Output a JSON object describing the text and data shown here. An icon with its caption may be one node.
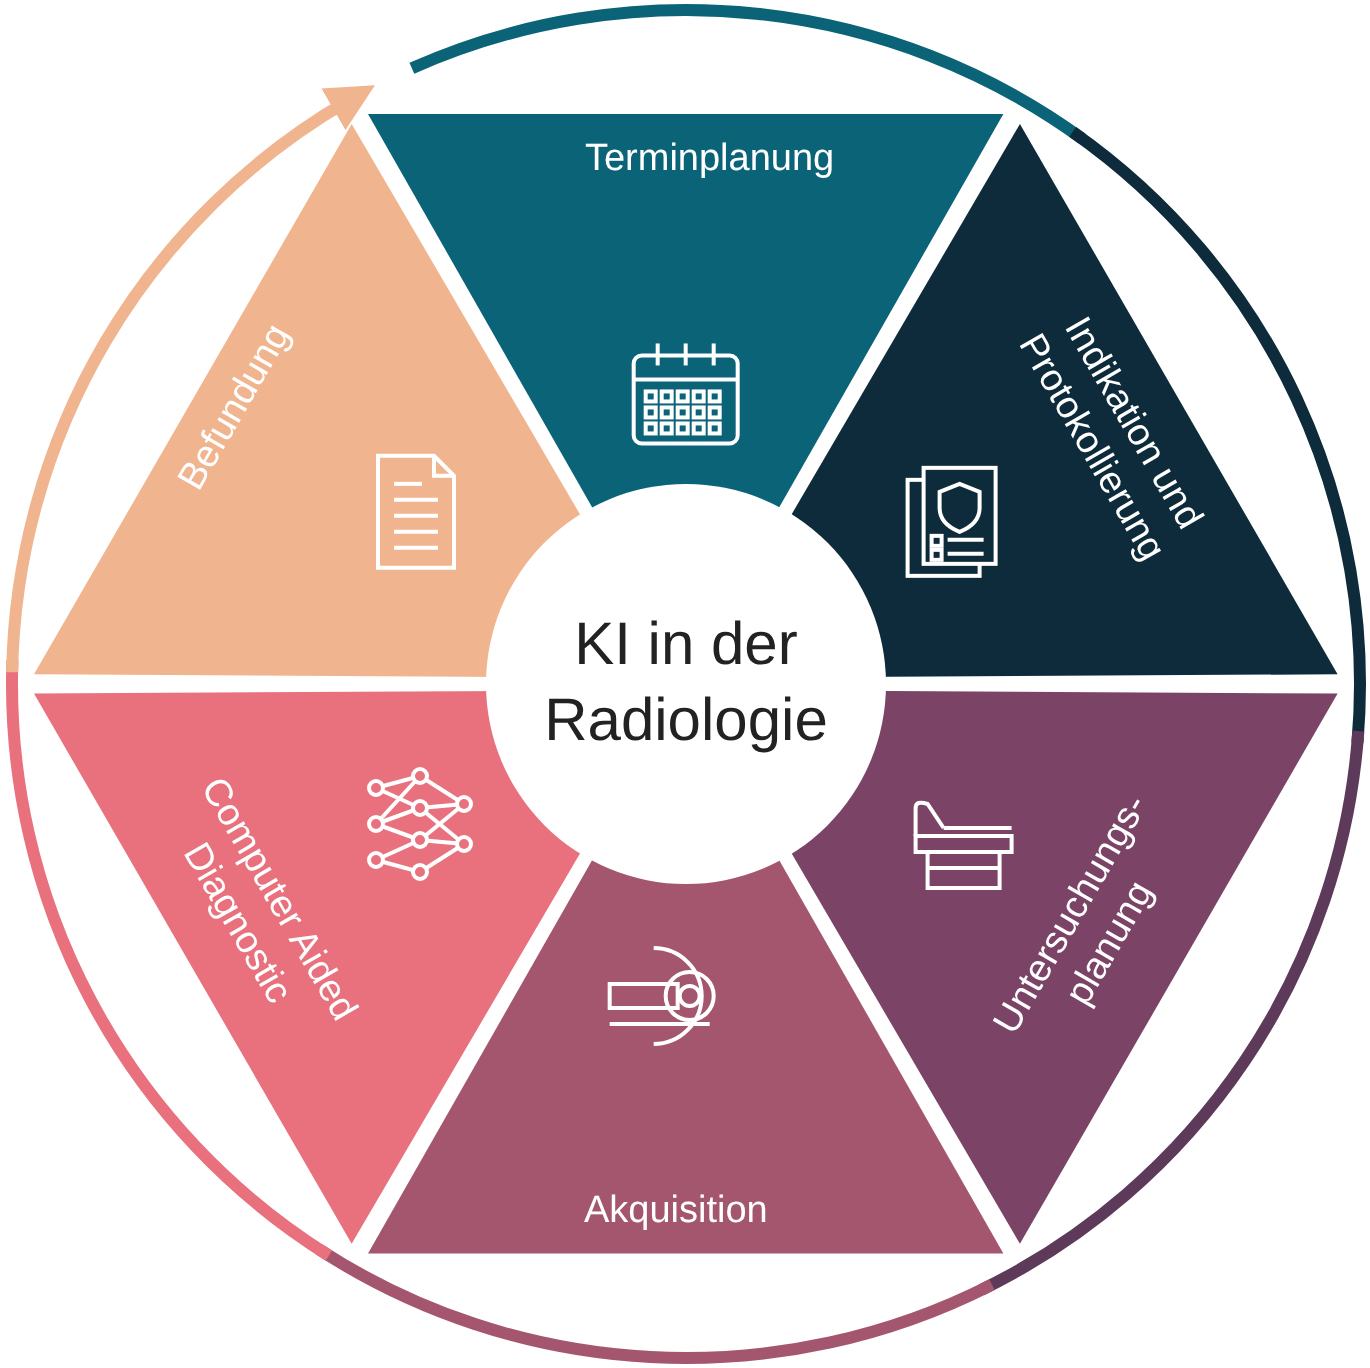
{
  "diagram": {
    "nodes": [
      {
        "text": [
          "KI in der Radiologie"
        ]
      },
      {
        "text": [
          "Terminplanung"
        ]
      },
      {
        "text": [
          "Indikation und Protokollierung"
        ]
      },
      {
        "text": [
          "Untersuchungs- planung"
        ]
      },
      {
        "text": [
          "Akquisition"
        ]
      },
      {
        "text": [
          "Computer Aided Diagnostic"
        ]
      },
      {
        "text": [
          "Befundung"
        ]
      }
    ]
  }
}
